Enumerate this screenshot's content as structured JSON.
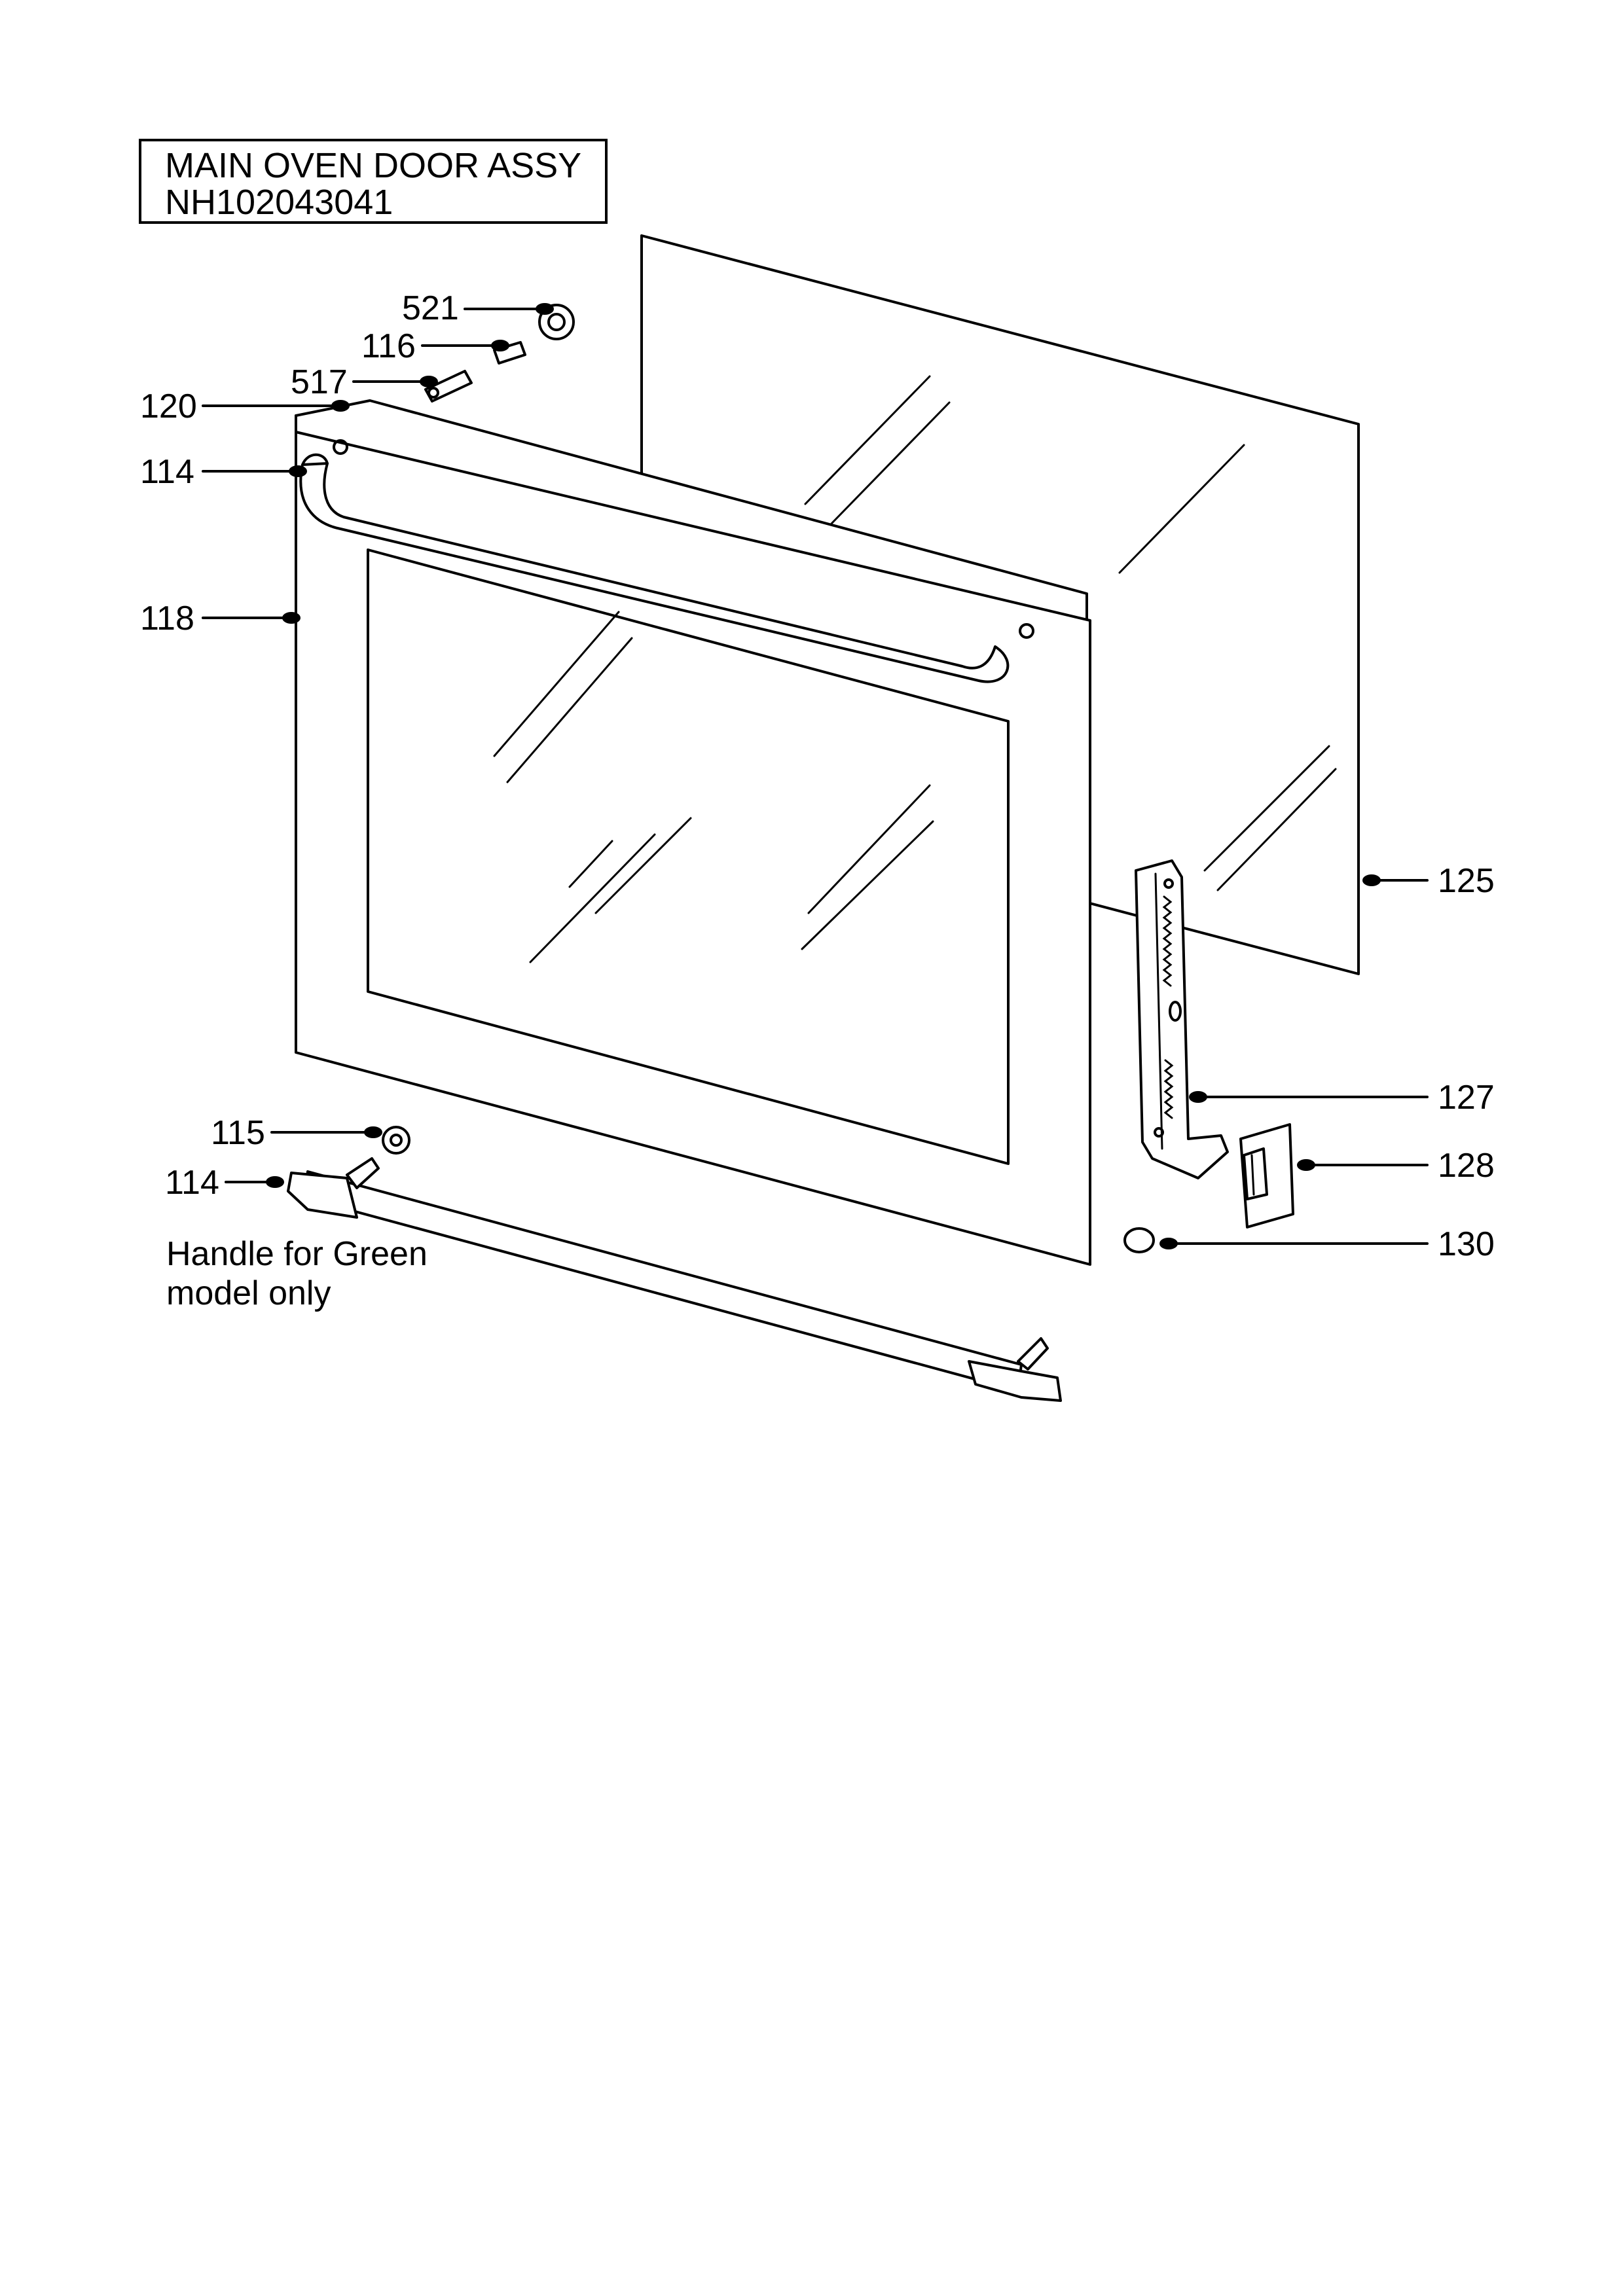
{
  "title": {
    "line1": "MAIN OVEN DOOR ASSY",
    "line2": "NH102043041"
  },
  "note": {
    "line1": "Handle for Green",
    "line2": "model only"
  },
  "callouts": [
    {
      "id": "c521",
      "label": "521"
    },
    {
      "id": "c116",
      "label": "116"
    },
    {
      "id": "c517",
      "label": "517"
    },
    {
      "id": "c120",
      "label": "120"
    },
    {
      "id": "c114a",
      "label": "114"
    },
    {
      "id": "c118",
      "label": "118"
    },
    {
      "id": "c125",
      "label": "125"
    },
    {
      "id": "c127",
      "label": "127"
    },
    {
      "id": "c115",
      "label": "115"
    },
    {
      "id": "c114b",
      "label": "114"
    },
    {
      "id": "c128",
      "label": "128"
    },
    {
      "id": "c130",
      "label": "130"
    }
  ]
}
